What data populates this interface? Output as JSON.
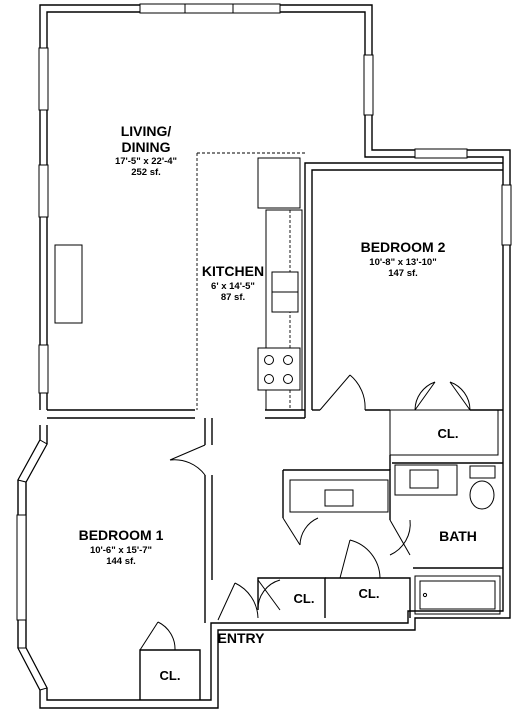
{
  "rooms": {
    "living": {
      "name_line1": "LIVING/",
      "name_line2": "DINING",
      "dimensions": "17'-5\" x 22'-4\"",
      "area": "252 sf."
    },
    "kitchen": {
      "name": "KITCHEN",
      "dimensions": "6' x 14'-5\"",
      "area": "87 sf."
    },
    "bedroom2": {
      "name": "BEDROOM 2",
      "dimensions": "10'-8\" x 13'-10\"",
      "area": "147 sf."
    },
    "bedroom1": {
      "name": "BEDROOM 1",
      "dimensions": "10'-6\" x 15'-7\"",
      "area": "144 sf."
    },
    "bath": {
      "name": "BATH"
    },
    "entry": {
      "name": "ENTRY"
    }
  },
  "closets": {
    "bedroom2_closet": "CL.",
    "hall_closet_left": "CL.",
    "hall_closet_right": "CL.",
    "bedroom1_closet": "CL."
  }
}
